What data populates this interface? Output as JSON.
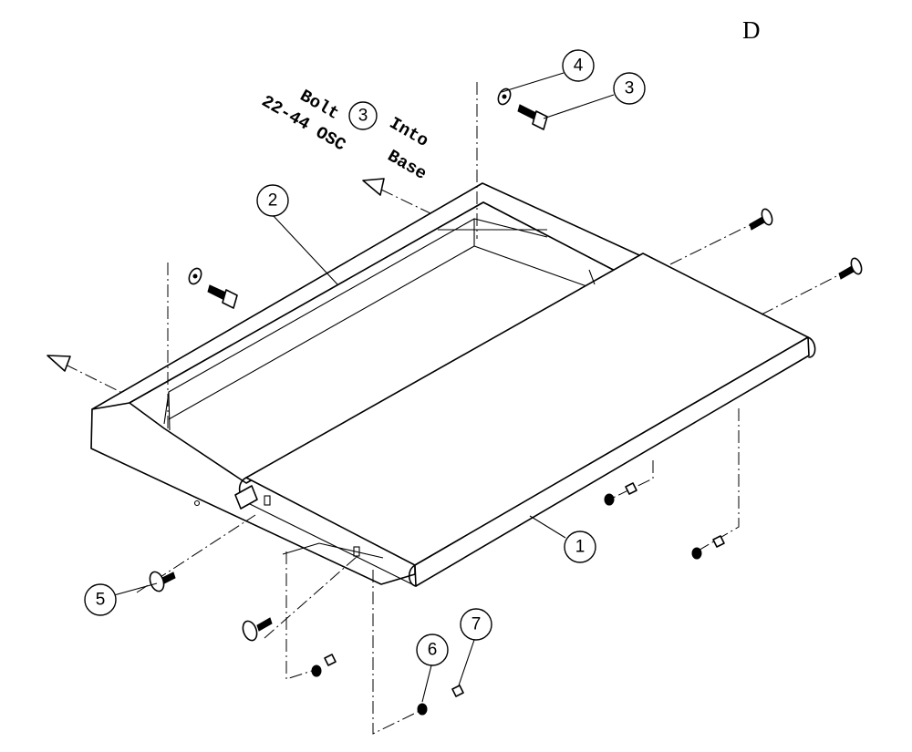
{
  "sheet_letter": "D",
  "note": {
    "word1": "Bolt",
    "part_ref": "3",
    "word2": "Into",
    "line2a": "22-44 OSC",
    "line2b": "Base"
  },
  "callouts": [
    {
      "id": "callout-1",
      "label": "1"
    },
    {
      "id": "callout-2",
      "label": "2"
    },
    {
      "id": "callout-3",
      "label": "3"
    },
    {
      "id": "callout-4",
      "label": "4"
    },
    {
      "id": "callout-5",
      "label": "5"
    },
    {
      "id": "callout-6",
      "label": "6"
    },
    {
      "id": "callout-7",
      "label": "7"
    }
  ]
}
